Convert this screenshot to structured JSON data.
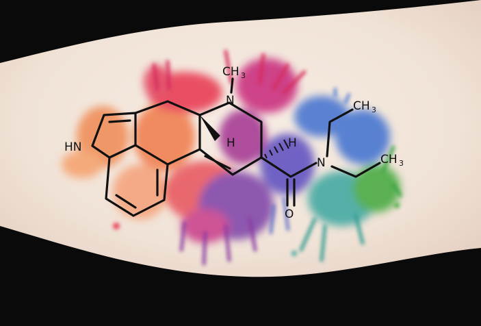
{
  "labels": {
    "nh": "HN",
    "n_top": "N",
    "ch3_top": "CH",
    "ch3_top_sub": "3",
    "h_left": "H",
    "h_right": "H",
    "n_right": "N",
    "o": "O",
    "ch3_upper": "CH",
    "ch3_upper_sub": "3",
    "ch3_lower": "CH",
    "ch3_lower_sub": "3"
  },
  "colors": {
    "background": "#0a0a0a",
    "skin": "#f1e4d9",
    "ink": "#111111",
    "orange": "#f08a52",
    "red": "#e8364e",
    "magenta": "#c8267a",
    "purple": "#7b3fa8",
    "blue": "#3d6fd0",
    "teal": "#3aa6a0",
    "green": "#3fa83a"
  }
}
